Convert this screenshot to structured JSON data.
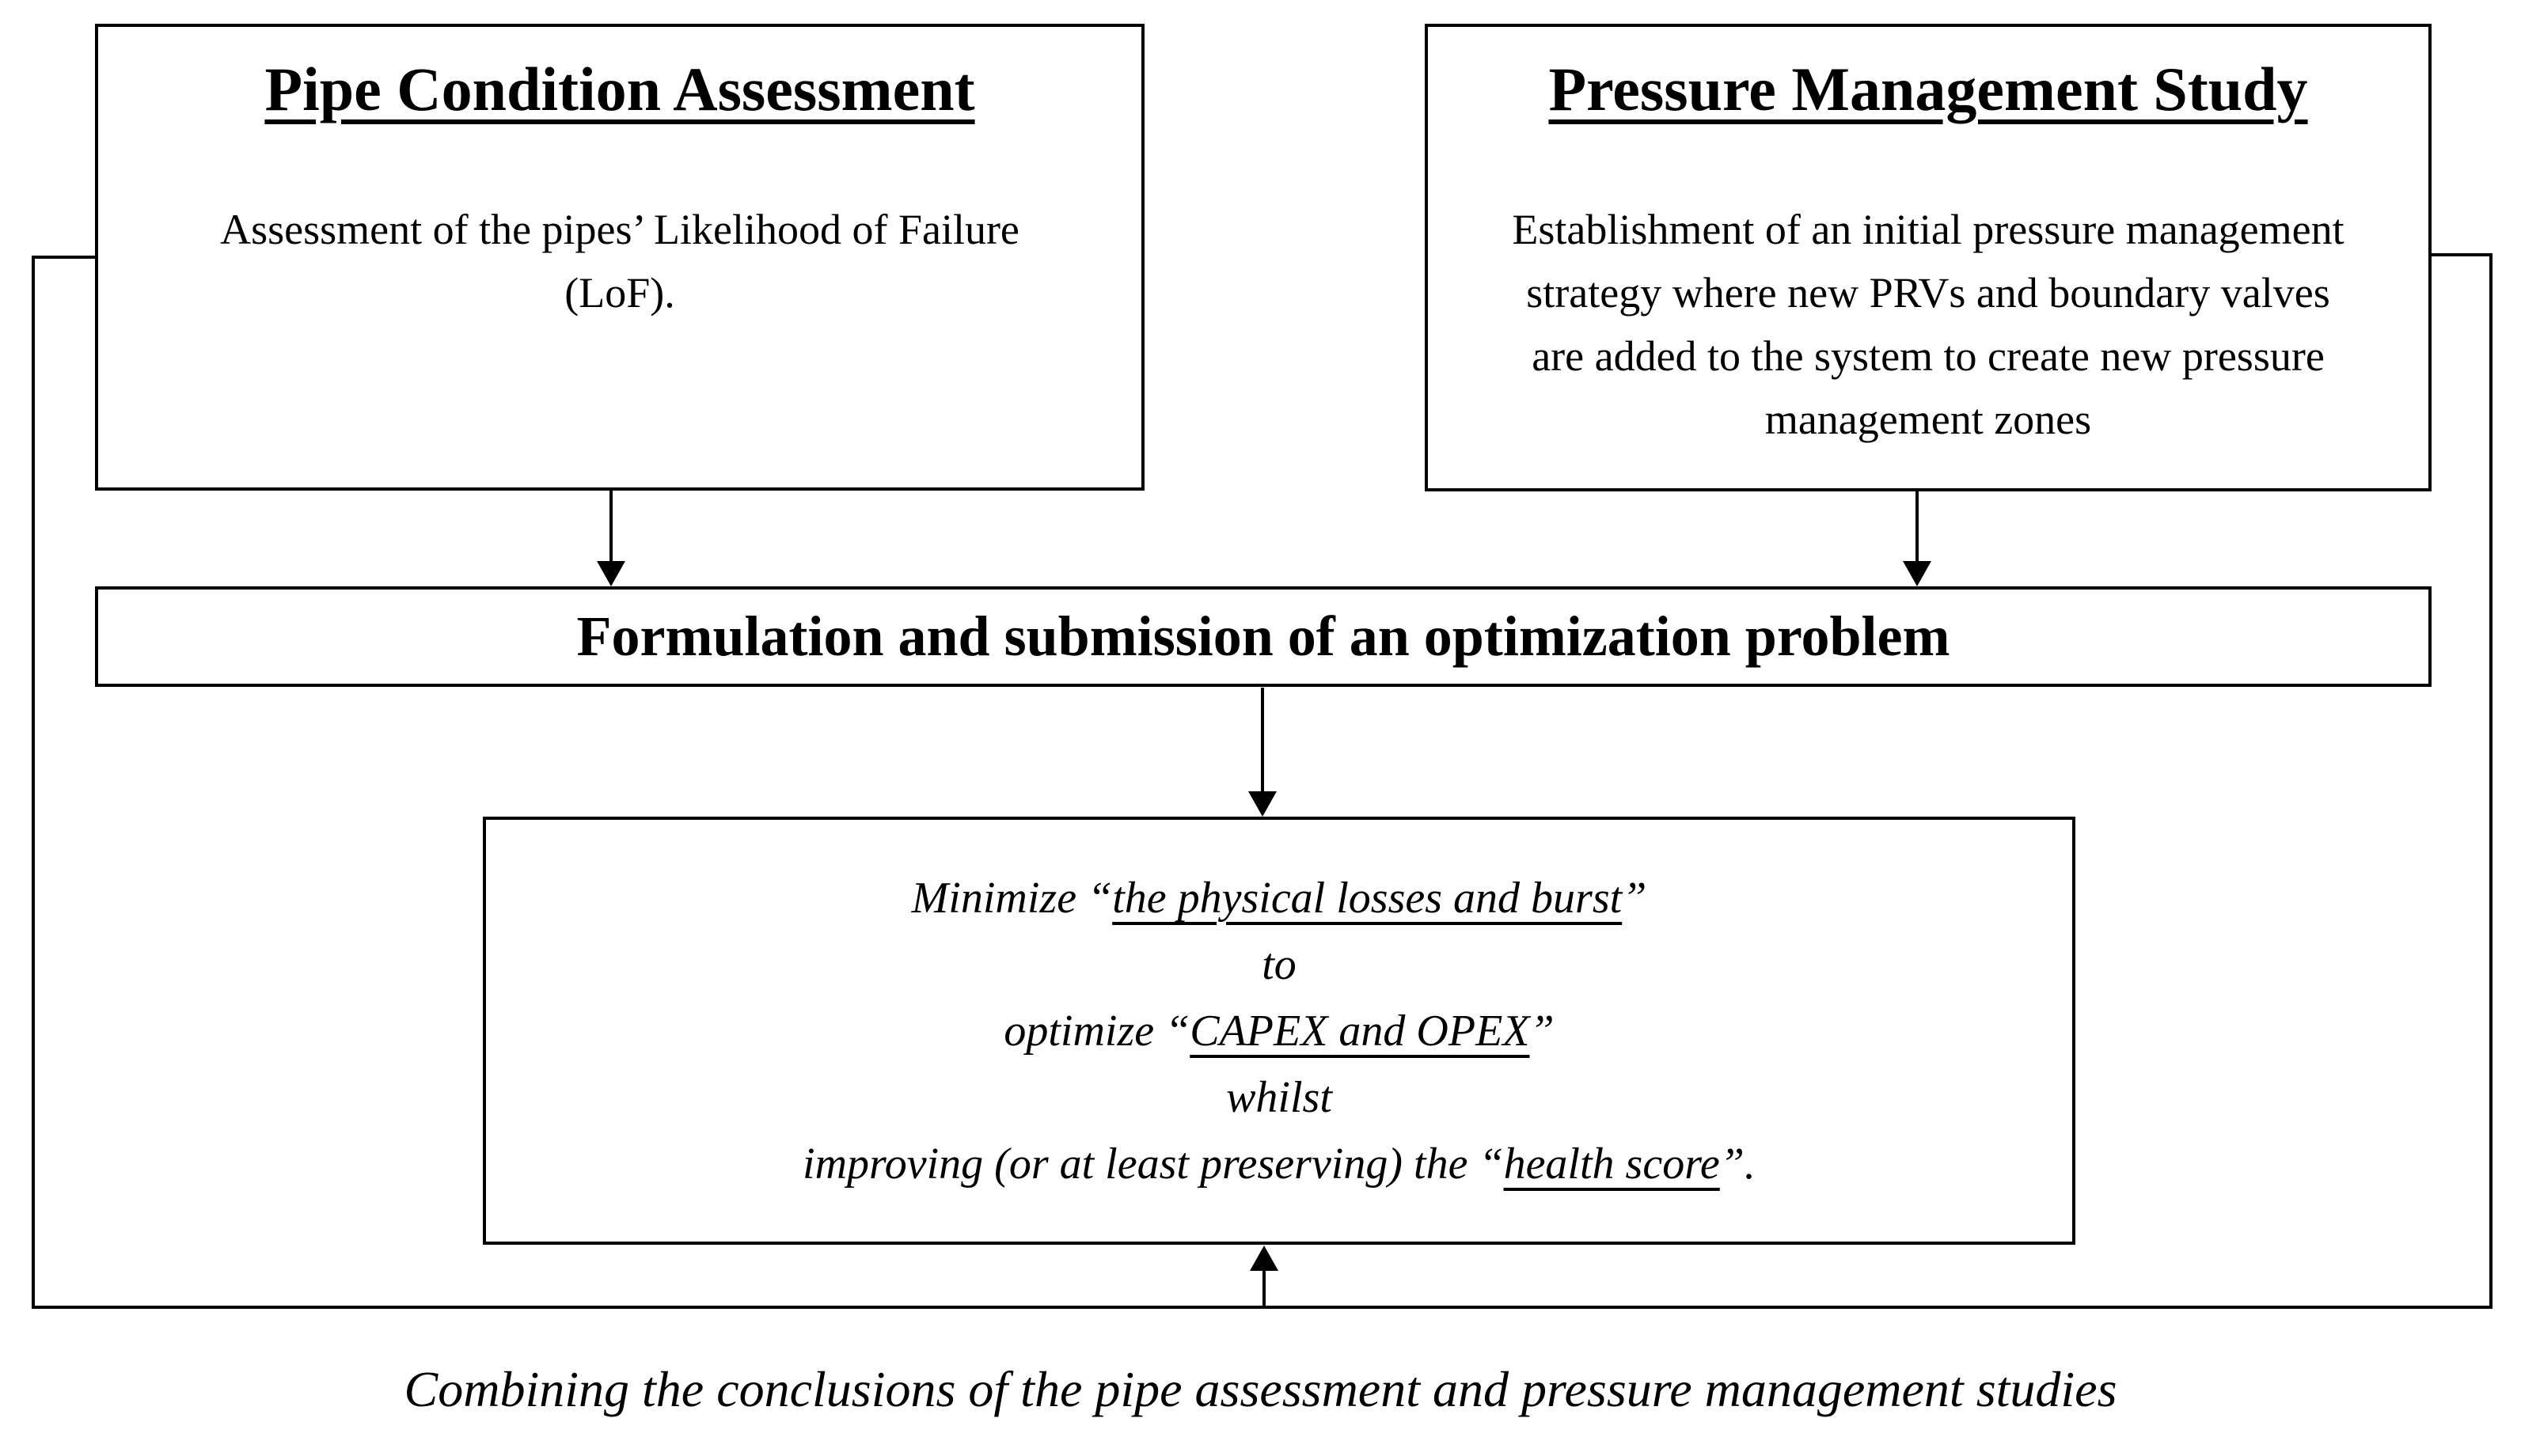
{
  "colors": {
    "background": "#ffffff",
    "line": "#000000",
    "text": "#000000"
  },
  "pipe_condition": {
    "title": "Pipe Condition Assessment",
    "body_lines": [
      "Assessment of the pipes’ Likelihood of Failure",
      "(LoF)."
    ]
  },
  "pressure_management": {
    "title": "Pressure Management Study",
    "body_lines": [
      "Establishment of an initial pressure management",
      "strategy where new PRVs and boundary valves",
      "are added to the system to create new pressure",
      "management zones"
    ]
  },
  "formulation": {
    "title": "Formulation and submission of an optimization problem"
  },
  "objective": {
    "lines": [
      {
        "pre": "Minimize “",
        "u": "the physical losses and burst",
        "post": "”"
      },
      {
        "pre": "to"
      },
      {
        "pre": "optimize “",
        "u": "CAPEX and OPEX",
        "post": "”"
      },
      {
        "pre": "whilst"
      },
      {
        "pre": "improving (or at least preserving) the “",
        "u": "health score",
        "post": "”."
      }
    ]
  },
  "caption": "Combining the conclusions of the pipe assessment and pressure management studies"
}
